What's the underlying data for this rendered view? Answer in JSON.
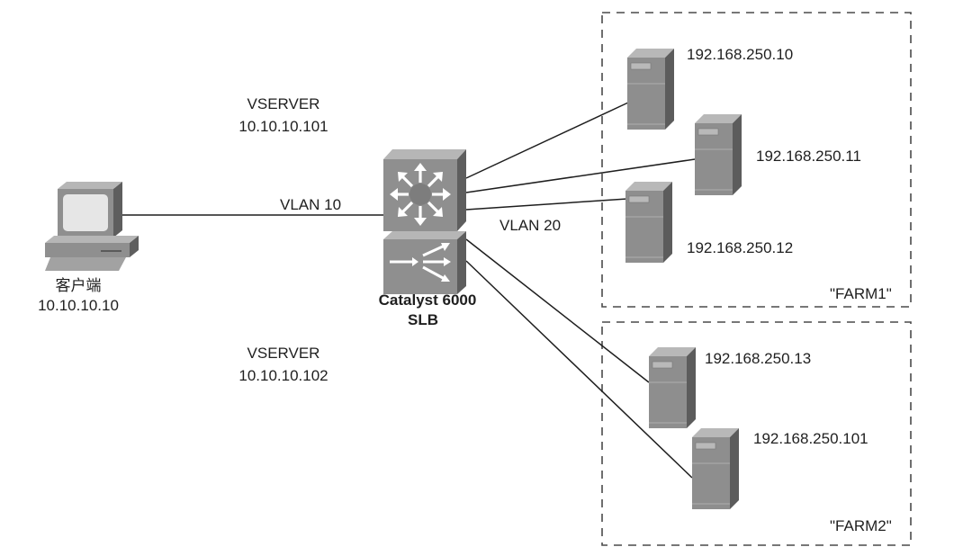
{
  "client": {
    "name": "客户端",
    "ip": "10.10.10.10",
    "icon": "workstation-icon"
  },
  "vservers": [
    {
      "label": "VSERVER",
      "ip": "10.10.10.101"
    },
    {
      "label": "VSERVER",
      "ip": "10.10.10.102"
    }
  ],
  "vlans": {
    "client_side": "VLAN 10",
    "server_side": "VLAN 20"
  },
  "switch": {
    "name": "Catalyst 6000",
    "role": "SLB",
    "icons": [
      "layer3-switch-icon",
      "content-switch-module-icon"
    ]
  },
  "farms": [
    {
      "name": "\"FARM1\"",
      "servers": [
        {
          "ip": "192.168.250.10"
        },
        {
          "ip": "192.168.250.11"
        },
        {
          "ip": "192.168.250.12"
        }
      ]
    },
    {
      "name": "\"FARM2\"",
      "servers": [
        {
          "ip": "192.168.250.13"
        },
        {
          "ip": "192.168.250.101"
        }
      ]
    }
  ],
  "colors": {
    "device_face": "#8f8f8f",
    "device_top": "#b5b5b5",
    "device_side": "#5e5e5e",
    "line": "#1e1e1e",
    "dash": "#4a4a4a"
  }
}
